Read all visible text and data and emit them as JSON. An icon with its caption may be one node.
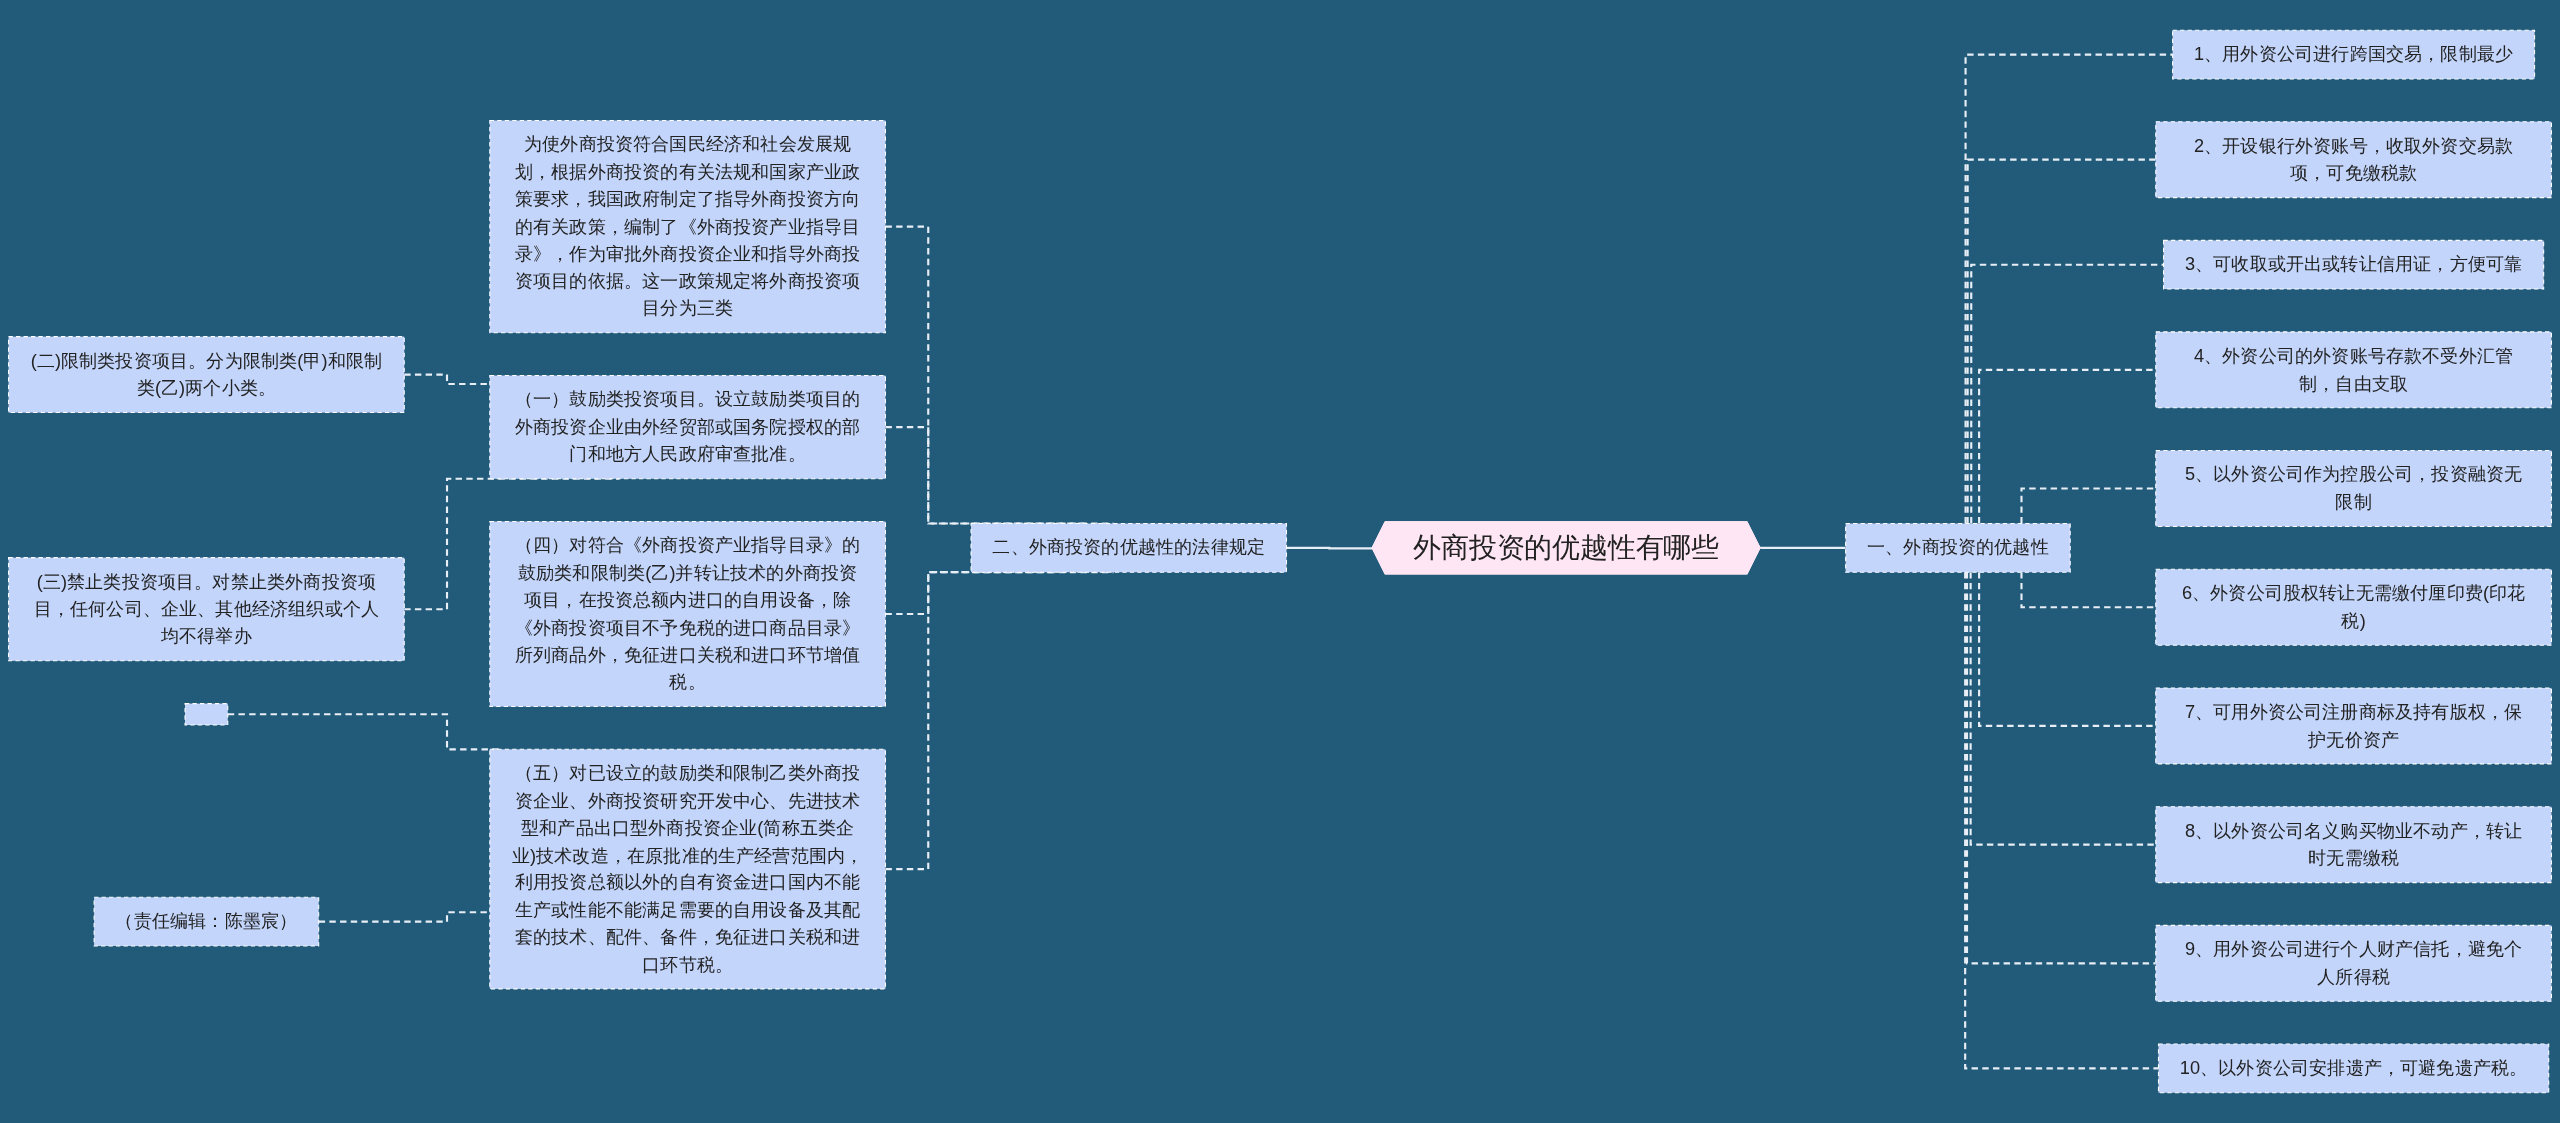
{
  "diagram": {
    "nodes": [
      {
        "text": [
          "外商投资的优越性有哪些"
        ]
      },
      {
        "text": [
          "一、外商投资的优越性"
        ]
      },
      {
        "text": [
          "1、用外资公司进行跨国交易，限制最少"
        ]
      },
      {
        "text": [
          "2、开设银行外资账号，收取外资交易款项，可免缴税款"
        ]
      },
      {
        "text": [
          "3、可收取或开出或转让信用证，方便可靠"
        ]
      },
      {
        "text": [
          "4、外资公司的外资账号存款不受外汇管制，自由支取"
        ]
      },
      {
        "text": [
          "5、以外资公司作为控股公司，投资融资无限制"
        ]
      },
      {
        "text": [
          "6、外资公司股权转让无需缴付厘印费(印花税)"
        ]
      },
      {
        "text": [
          "7、可用外资公司注册商标及持有版权，保护无价资产"
        ]
      },
      {
        "text": [
          "8、以外资公司名义购买物业不动产，转让时无需缴税"
        ]
      },
      {
        "text": [
          "9、用外资公司进行个人财产信托，避免个人所得税"
        ]
      },
      {
        "text": [
          "10、以外资公司安排遗产，可避免遗产税。"
        ]
      },
      {
        "text": [
          "二、外商投资的优越性的法律规定"
        ]
      },
      {
        "text": [
          "为使外商投资符合国民经济和社会发展规划，根据外商投资的有关法规和国家产业政策要求，我国政府制定了指导外商投资方向的有关政策，编制了《外商投资产业指导目录》，作为审批外商投资企业和指导外商投资项目的依据。这一政策规定将外商投资项目分为三类"
        ]
      },
      {
        "text": [
          "（一）鼓励类投资项目。设立鼓励类项目的外商投资企业由外经贸部或国务院授权的部门和地方人民政府审查批准。"
        ]
      },
      {
        "text": [
          "(二)限制类投资项目。分为限制类(甲)和限制类(乙)两个小类。"
        ]
      },
      {
        "text": [
          "(三)禁止类投资项目。对禁止类外商投资项目，任何公司、企业、其他经济组织或个人均不得举办"
        ]
      },
      {
        "text": [
          "（四）对符合《外商投资产业指导目录》的鼓励类和限制类(乙)并转让技术的外商投资项目，在投资总额内进口的自用设备，除《外商投资项目不予免税的进口商品目录》所列商品外，免征进口关税和进口环节增值税。"
        ]
      },
      {
        "text": [
          "（五）对已设立的鼓励类和限制乙类外商投资企业、外商投资研究开发中心、先进技术型和产品出口型外商投资企业(简称五类企业)技术改造，在原批准的生产经营范围内，利用投资总额以外的自有资金进口国内不能生产或性能不能满足需要的自用设备及其配套的技术、配件、备件，免征进口关税和进口环节税。"
        ]
      },
      {
        "text": [],
        "shape": "box"
      },
      {
        "text": [
          "（责任编辑：陈墨宸）"
        ]
      }
    ],
    "edges": [
      {
        "from": 0,
        "to": 1,
        "arrow": "none"
      },
      {
        "from": 1,
        "to": 2,
        "arrow": "none",
        "style": "dashed"
      },
      {
        "from": 1,
        "to": 3,
        "arrow": "none",
        "style": "dashed"
      },
      {
        "from": 1,
        "to": 4,
        "arrow": "none",
        "style": "dashed"
      },
      {
        "from": 1,
        "to": 5,
        "arrow": "none",
        "style": "dashed"
      },
      {
        "from": 1,
        "to": 6,
        "arrow": "none",
        "style": "dashed"
      },
      {
        "from": 1,
        "to": 7,
        "arrow": "none",
        "style": "dashed"
      },
      {
        "from": 1,
        "to": 8,
        "arrow": "none",
        "style": "dashed"
      },
      {
        "from": 1,
        "to": 9,
        "arrow": "none",
        "style": "dashed"
      },
      {
        "from": 1,
        "to": 10,
        "arrow": "none",
        "style": "dashed"
      },
      {
        "from": 1,
        "to": 11,
        "arrow": "none",
        "style": "dashed"
      },
      {
        "from": 0,
        "to": 12,
        "arrow": "none"
      },
      {
        "from": 12,
        "to": 13,
        "arrow": "none",
        "style": "dashed"
      },
      {
        "from": 12,
        "to": 14,
        "arrow": "none",
        "style": "dashed"
      },
      {
        "from": 14,
        "to": 15,
        "arrow": "none",
        "style": "dashed"
      },
      {
        "from": 14,
        "to": 16,
        "arrow": "none",
        "style": "dashed"
      },
      {
        "from": 12,
        "to": 17,
        "arrow": "none",
        "style": "dashed"
      },
      {
        "from": 12,
        "to": 18,
        "arrow": "none",
        "style": "dashed"
      },
      {
        "from": 18,
        "to": 19,
        "arrow": "none",
        "style": "dashed"
      },
      {
        "from": 18,
        "to": 20,
        "arrow": "none",
        "style": "dashed"
      }
    ]
  }
}
